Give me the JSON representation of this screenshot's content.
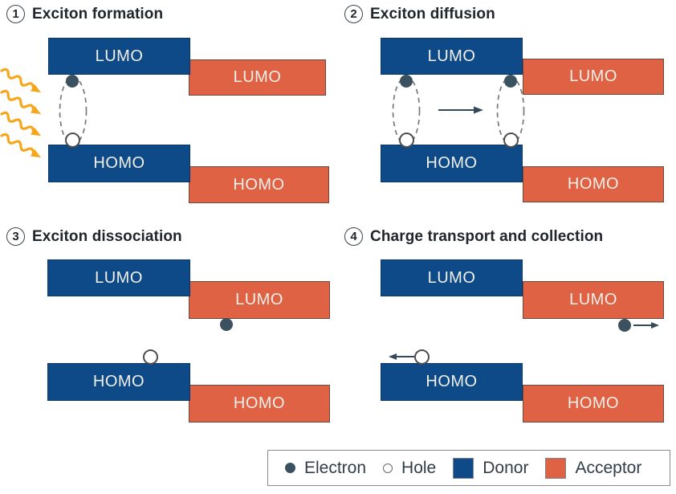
{
  "labels": {
    "lumo": "LUMO",
    "homo": "HOMO"
  },
  "panels": [
    {
      "number": "1",
      "title": "Exciton formation"
    },
    {
      "number": "2",
      "title": "Exciton diffusion"
    },
    {
      "number": "3",
      "title": "Exciton dissociation"
    },
    {
      "number": "4",
      "title": "Charge transport and collection"
    }
  ],
  "legend": {
    "items": [
      {
        "icon": "electron-dot-icon",
        "label": "Electron"
      },
      {
        "icon": "hole-circle-icon",
        "label": "Hole"
      },
      {
        "icon": "donor-swatch",
        "label": "Donor"
      },
      {
        "icon": "acceptor-swatch",
        "label": "Acceptor"
      }
    ]
  },
  "colors": {
    "donor": "#0d4a87",
    "donor-border": "#0a3765",
    "acceptor": "#e06245",
    "acceptor-border": "#6b4a3e",
    "electron": "#3c515f",
    "photon": "#f6a61a",
    "arrow": "#36495a",
    "title-text": "#20262b",
    "legend-text": "#323d4a",
    "box-label": "#f2efe8",
    "hole-stroke": "#4d4d4d",
    "ellipse-stroke": "#787878",
    "legend-border": "#8a8a8a"
  }
}
